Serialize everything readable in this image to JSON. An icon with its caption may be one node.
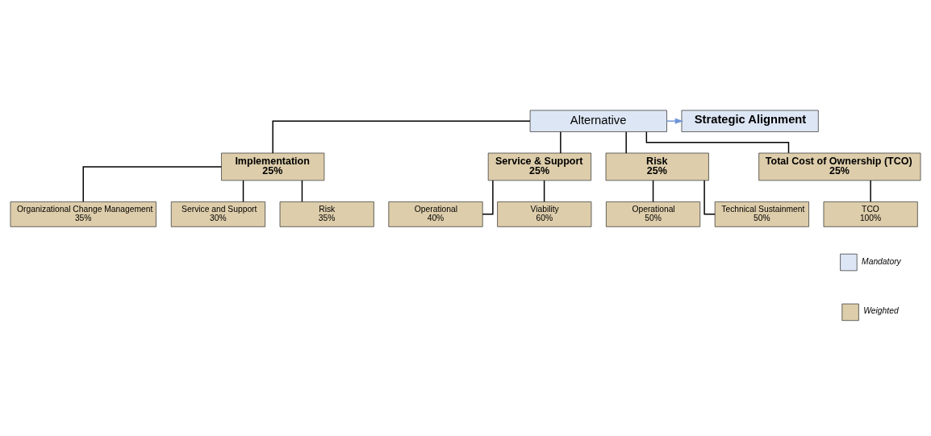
{
  "diagram": {
    "nodes": [
      {
        "text": [
          "Alternative"
        ]
      },
      {
        "text": [
          "Strategic Alignment"
        ]
      },
      {
        "text": [
          "Implementation",
          "25%"
        ]
      },
      {
        "text": [
          "Service & Support",
          "25%"
        ]
      },
      {
        "text": [
          "Risk",
          "25%"
        ]
      },
      {
        "text": [
          "Total Cost of Ownership (TCO)",
          "25%"
        ]
      },
      {
        "text": [
          "Organizational Change Management",
          "35%"
        ]
      },
      {
        "text": [
          "Service and Support",
          "30%"
        ]
      },
      {
        "text": [
          "Risk",
          "35%"
        ]
      },
      {
        "text": [
          "Operational",
          "40%"
        ]
      },
      {
        "text": [
          "Viability",
          "60%"
        ]
      },
      {
        "text": [
          "Operational",
          "50%"
        ]
      },
      {
        "text": [
          "Technical Sustainment",
          "50%"
        ]
      },
      {
        "text": [
          "TCO",
          "100%"
        ]
      }
    ],
    "edges": [
      {
        "from": 0,
        "to": 1,
        "arrow": "to",
        "color": "#6f95d6"
      },
      {
        "from": 0,
        "to": 2,
        "arrow": "none"
      },
      {
        "from": 0,
        "to": 3,
        "arrow": "none"
      },
      {
        "from": 0,
        "to": 4,
        "arrow": "none"
      },
      {
        "from": 0,
        "to": 5,
        "arrow": "none"
      },
      {
        "from": 2,
        "to": 6,
        "arrow": "none"
      },
      {
        "from": 2,
        "to": 7,
        "arrow": "none"
      },
      {
        "from": 2,
        "to": 8,
        "arrow": "none"
      },
      {
        "from": 3,
        "to": 9,
        "arrow": "none"
      },
      {
        "from": 3,
        "to": 10,
        "arrow": "none"
      },
      {
        "from": 4,
        "to": 11,
        "arrow": "none"
      },
      {
        "from": 4,
        "to": 12,
        "arrow": "none"
      },
      {
        "from": 5,
        "to": 13,
        "arrow": "none"
      }
    ],
    "legend": [
      {
        "text": "Mandatory",
        "color": "#dde6f4"
      },
      {
        "text": "Weighted",
        "color": "#ddcdaa"
      }
    ]
  }
}
